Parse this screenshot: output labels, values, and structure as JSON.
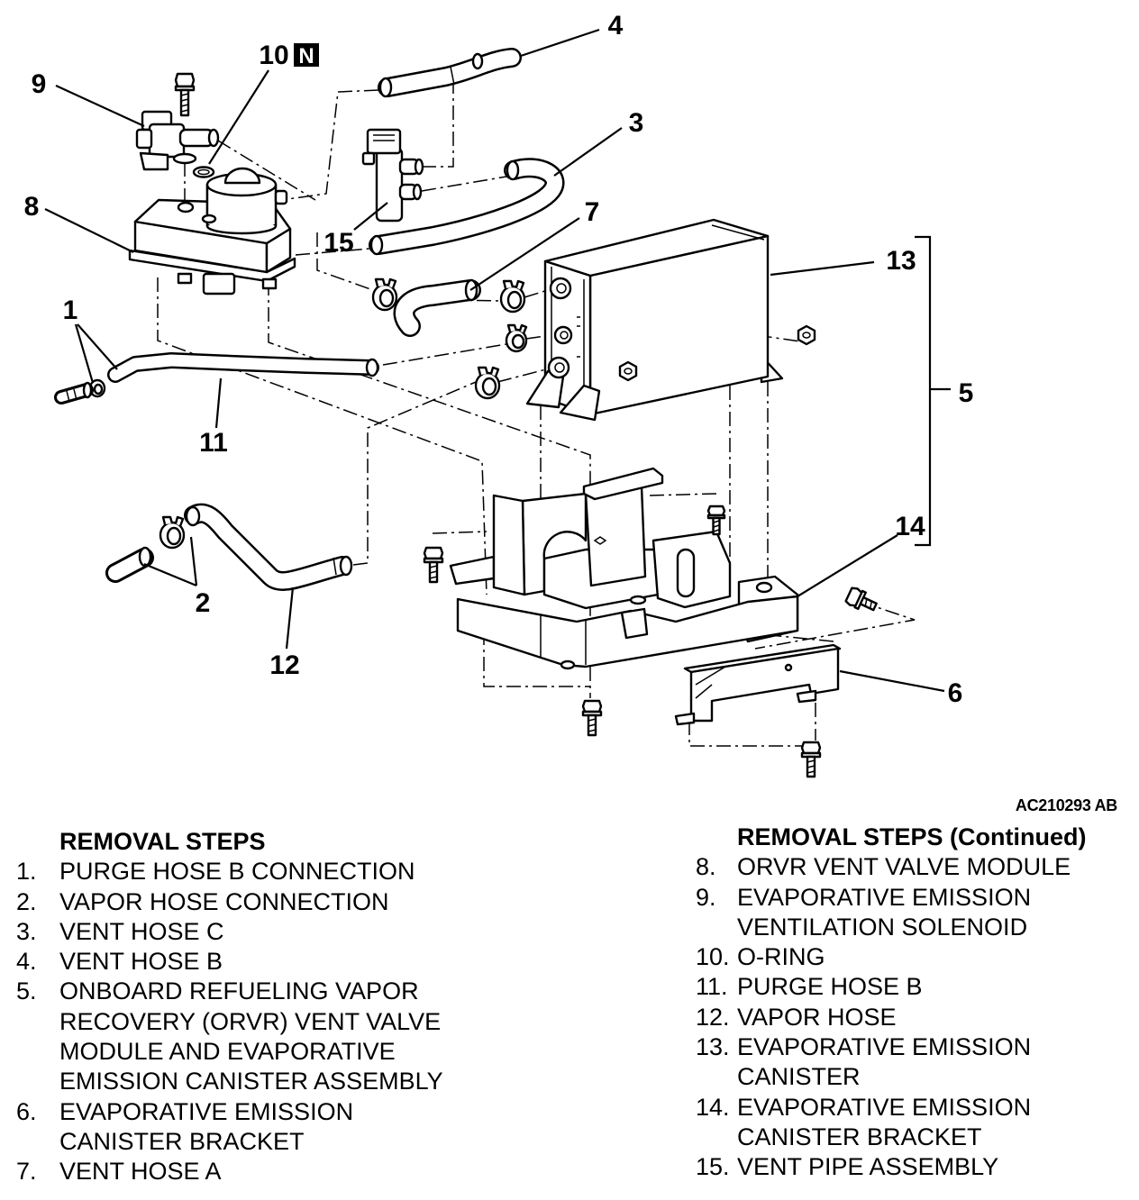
{
  "diagram": {
    "callouts": {
      "1": "1",
      "2": "2",
      "3": "3",
      "4": "4",
      "5": "5",
      "6": "6",
      "7": "7",
      "8": "8",
      "9": "9",
      "10": "10",
      "11": "11",
      "12": "12",
      "13": "13",
      "14": "14",
      "15": "15"
    },
    "new_part_badge": "N",
    "figure_code": "AC210293 AB"
  },
  "removal_steps": {
    "heading": "REMOVAL STEPS",
    "items": [
      {
        "number": "1.",
        "lines": [
          "PURGE HOSE B CONNECTION"
        ]
      },
      {
        "number": "2.",
        "lines": [
          "VAPOR HOSE CONNECTION"
        ]
      },
      {
        "number": "3.",
        "lines": [
          "VENT HOSE C"
        ]
      },
      {
        "number": "4.",
        "lines": [
          "VENT HOSE B"
        ]
      },
      {
        "number": "5.",
        "lines": [
          "ONBOARD REFUELING VAPOR",
          "RECOVERY (ORVR) VENT VALVE",
          "MODULE AND EVAPORATIVE",
          "EMISSION CANISTER ASSEMBLY"
        ]
      },
      {
        "number": "6.",
        "lines": [
          "EVAPORATIVE EMISSION",
          "CANISTER BRACKET"
        ]
      },
      {
        "number": "7.",
        "lines": [
          "VENT HOSE A"
        ]
      }
    ]
  },
  "removal_steps_continued": {
    "heading": "REMOVAL STEPS (Continued)",
    "items": [
      {
        "number": "8.",
        "lines": [
          "ORVR VENT VALVE MODULE"
        ]
      },
      {
        "number": "9.",
        "lines": [
          "EVAPORATIVE EMISSION",
          "VENTILATION SOLENOID"
        ]
      },
      {
        "number": "10.",
        "lines": [
          "O-RING"
        ]
      },
      {
        "number": "11.",
        "lines": [
          "PURGE HOSE B"
        ]
      },
      {
        "number": "12.",
        "lines": [
          "VAPOR HOSE"
        ]
      },
      {
        "number": "13.",
        "lines": [
          "EVAPORATIVE EMISSION",
          "CANISTER"
        ]
      },
      {
        "number": "14.",
        "lines": [
          "EVAPORATIVE EMISSION",
          "CANISTER BRACKET"
        ]
      },
      {
        "number": "15.",
        "lines": [
          "VENT PIPE ASSEMBLY"
        ]
      }
    ]
  }
}
